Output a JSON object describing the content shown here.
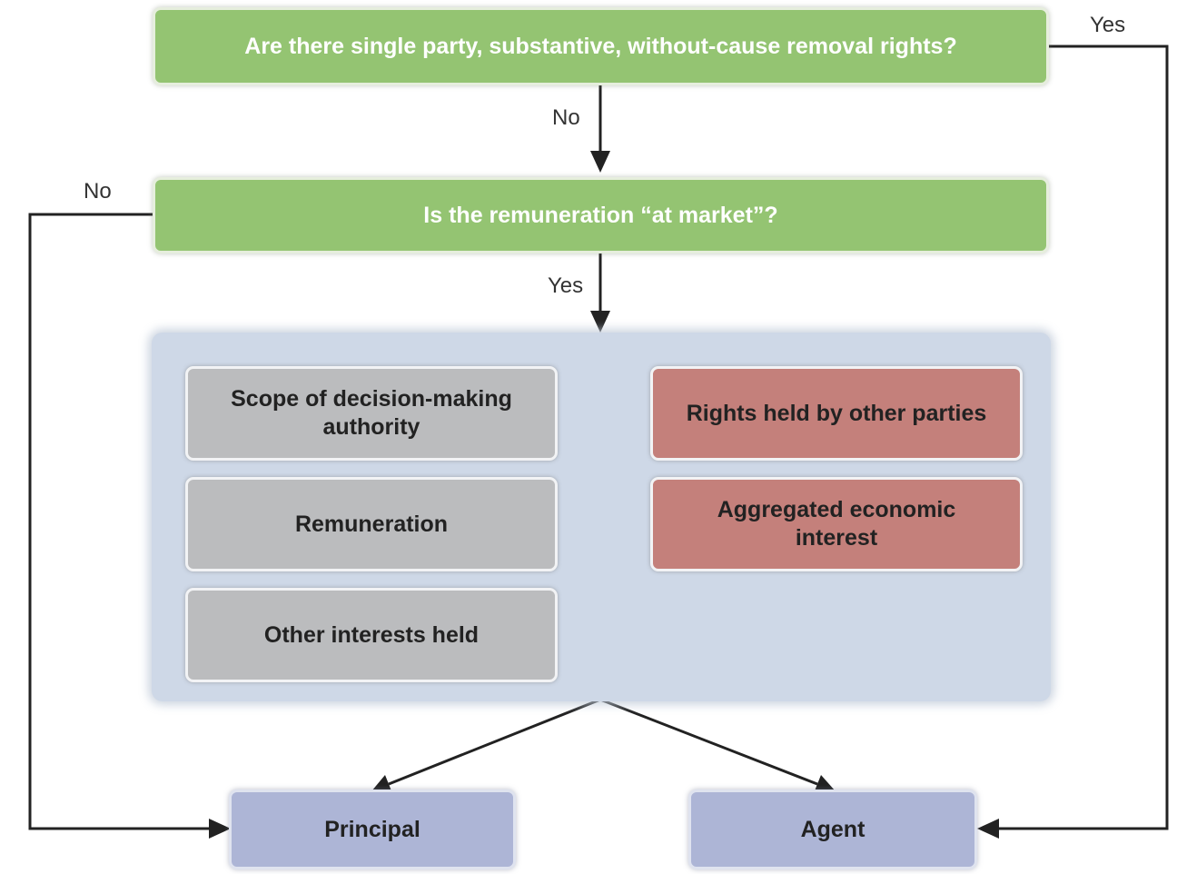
{
  "questions": {
    "q1": "Are there single party, substantive, without-cause removal rights?",
    "q2": "Is the remuneration “at market”?"
  },
  "factors": {
    "scope": "Scope of decision-making authority",
    "remuneration": "Remuneration",
    "other_interests": "Other interests held",
    "rights_others": "Rights held by other parties",
    "aggregated": "Aggregated economic interest"
  },
  "outcomes": {
    "principal": "Principal",
    "agent": "Agent"
  },
  "edge_labels": {
    "q1_yes": "Yes",
    "q1_no": "No",
    "q2_no": "No",
    "q2_yes": "Yes"
  },
  "colors": {
    "question_green": "#94c472",
    "panel_blue": "#ced8e7",
    "factor_gray": "#bbbcbe",
    "factor_red": "#c4807b",
    "outcome_blue": "#adb5d6",
    "connector": "#222222"
  }
}
